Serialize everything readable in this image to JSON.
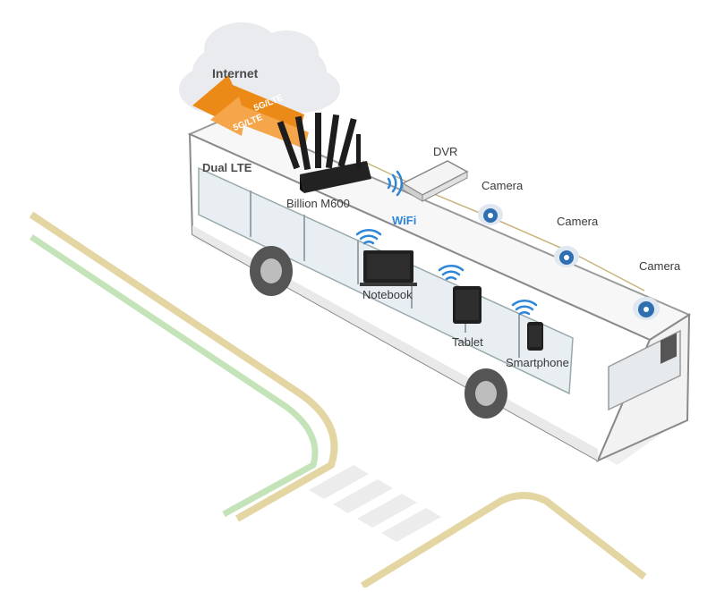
{
  "labels": {
    "internet": "Internet",
    "arrow_top": "5G/LTE",
    "arrow_bottom": "5G/LTE",
    "dual_lte": "Dual LTE",
    "router": "Billion M600",
    "wifi": "WiFi",
    "dvr": "DVR",
    "camera_1": "Camera",
    "camera_2": "Camera",
    "camera_3": "Camera",
    "notebook": "Notebook",
    "tablet": "Tablet",
    "smartphone": "Smartphone"
  },
  "colors": {
    "arrow": "#ec8a17",
    "wifi": "#2f86d8",
    "camera": "#2f6fb0",
    "road_yellow": "#e4d6a3",
    "road_green": "#bfe0b4",
    "cloud": "#e9ebee"
  },
  "icons": [
    "cloud-icon",
    "arrow-icon",
    "router-icon",
    "wifi-icon",
    "dvr-icon",
    "camera-icon",
    "notebook-icon",
    "tablet-icon",
    "smartphone-icon"
  ]
}
